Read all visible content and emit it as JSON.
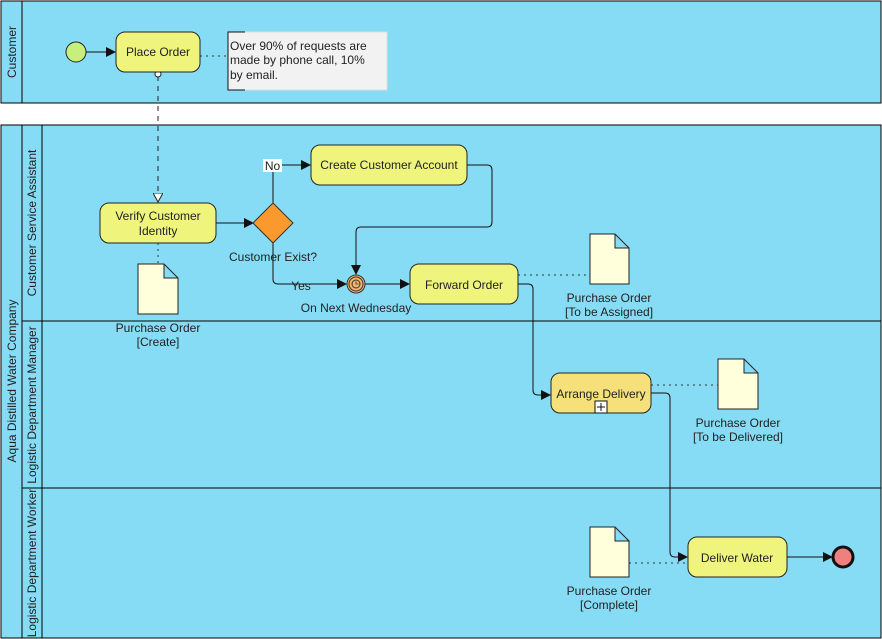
{
  "pools": {
    "customer": {
      "label": "Customer"
    },
    "company": {
      "label": "Aqua Distilled Water Company",
      "lanes": [
        {
          "label": "Customer Service Assistant"
        },
        {
          "label": "Logistic Department Manager"
        },
        {
          "label": "Logistic Department Worker"
        }
      ]
    }
  },
  "tasks": {
    "place_order": "Place Order",
    "verify_line1": "Verify Customer",
    "verify_line2": "Identity",
    "create_account": "Create Customer Account",
    "forward_order": "Forward Order",
    "arrange_delivery": "Arrange Delivery",
    "deliver_water": "Deliver Water"
  },
  "annotation": {
    "line1": "Over 90% of requests are",
    "line2": "made by phone call, 10%",
    "line3": "by email."
  },
  "gateway": {
    "label": "Customer Exist?",
    "no": "No",
    "yes": "Yes"
  },
  "timer": {
    "label": "On Next Wednesday"
  },
  "documents": [
    {
      "line1": "Purchase Order",
      "line2": "[Create]"
    },
    {
      "line1": "Purchase Order",
      "line2": "[To be Assigned]"
    },
    {
      "line1": "Purchase Order",
      "line2": "[To be Delivered]"
    },
    {
      "line1": "Purchase Order",
      "line2": "[Complete]"
    }
  ],
  "colors": {
    "lane": "#87dcf5",
    "task": "#eff47c",
    "subprocess": "#f5e07a",
    "gateway": "#fa9a2e",
    "start": "#c6ef7c",
    "end": "#f08080",
    "document": "#ffffdc"
  }
}
